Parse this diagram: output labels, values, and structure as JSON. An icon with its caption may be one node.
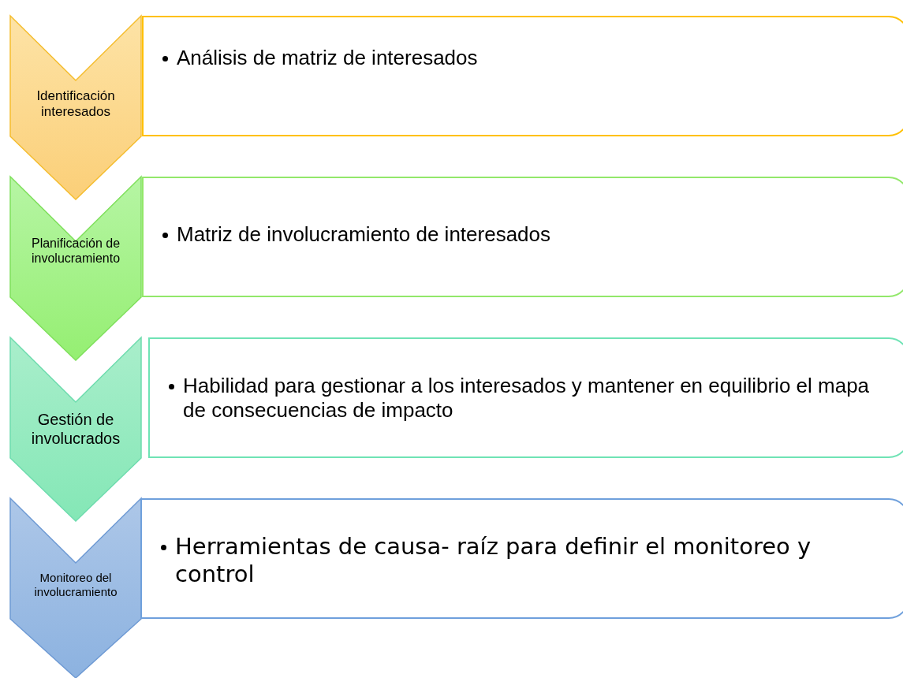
{
  "diagram": {
    "nodes": [
      {
        "text": [
          "Identificación interesados"
        ]
      },
      {
        "text": [
          "Análisis de matriz de interesados"
        ]
      },
      {
        "text": [
          "Planificación de involucramiento"
        ]
      },
      {
        "text": [
          "Matriz de involucramiento de interesados"
        ]
      },
      {
        "text": [
          "Gestión de involucrados"
        ]
      },
      {
        "text": [
          "Habilidad para gestionar a los interesados y mantener en equilibrio el mapa de consecuencias de impacto"
        ]
      },
      {
        "text": [
          "Monitoreo del involucramiento"
        ]
      },
      {
        "text": [
          "Herramientas de causa- raíz para definir el monitoreo y control"
        ]
      }
    ]
  }
}
